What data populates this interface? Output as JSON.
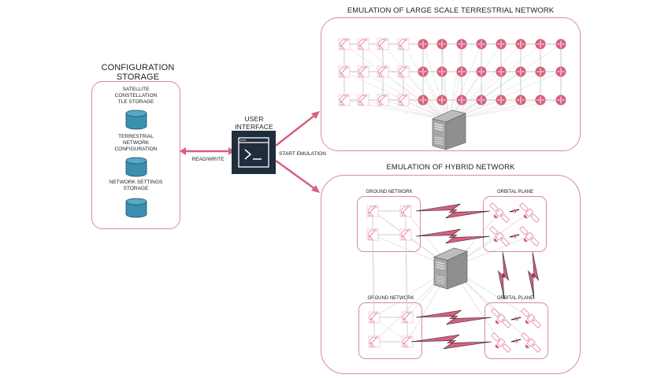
{
  "colors": {
    "accent": "#d6607d",
    "box_border": "#d88c9f",
    "database": "#3a8fb0",
    "terminal_bg": "#1f2d3d",
    "server": "#8a8a8a"
  },
  "config_storage": {
    "title_line1": "CONFIGURATION",
    "title_line2": "STORAGE",
    "items": [
      {
        "lines": [
          "SATELLITE",
          "CONSTELLATION",
          "TLE STORAGE"
        ],
        "icon": "database-icon"
      },
      {
        "lines": [
          "TERRESTRIAL",
          "NETWORK",
          "CONFIGURATION"
        ],
        "icon": "database-icon"
      },
      {
        "lines": [
          "NETWORK SETTINGS",
          "STORAGE"
        ],
        "icon": "database-icon"
      }
    ]
  },
  "connector": {
    "read_write": "READ/WRITE",
    "start_emulation": "START EMULATION"
  },
  "user_interface": {
    "title_line1": "USER",
    "title_line2": "INTERFACE",
    "icon": "terminal-icon"
  },
  "terrestrial": {
    "title": "EMULATION OF LARGE SCALE TERRESTRIAL NETWORK",
    "rows": 3,
    "ground_stations_per_row": 4,
    "routers_per_row": 8
  },
  "hybrid": {
    "title": "EMULATION OF HYBRID NETWORK",
    "groups": [
      {
        "label": "GROUND NETWORK",
        "kind": "ground"
      },
      {
        "label": "ORBITAL PLANE",
        "kind": "orbital"
      },
      {
        "label": "GROUND NETWORK",
        "kind": "ground"
      },
      {
        "label": "ORBITAL PLANE",
        "kind": "orbital"
      }
    ]
  }
}
